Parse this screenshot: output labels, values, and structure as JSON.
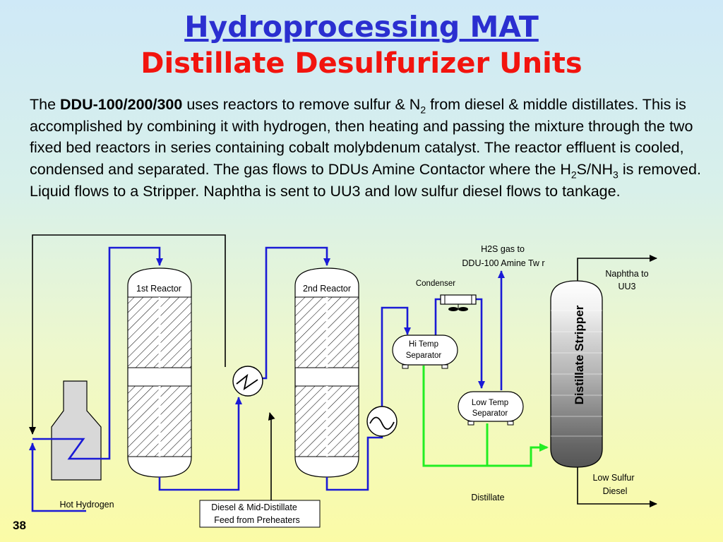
{
  "title": "Hydroprocessing MAT",
  "subtitle": "Distillate Desulfurizer Units",
  "paragraph": {
    "p1": "The ",
    "unit_ids": "DDU-100/200/300",
    "p2": " uses reactors to remove sulfur & N",
    "sub_n2": "2",
    "p3": " from diesel & middle distillates.  This is accomplished by combining it with hydrogen, then heating and passing the mixture through the two fixed bed reactors in series containing cobalt molybdenum catalyst. The reactor effluent is cooled, condensed and separated. The gas flows to DDUs Amine Contactor where the H",
    "sub_h2": "2",
    "p4": "S/NH",
    "sub_nh3": "3",
    "p5": " is removed. Liquid flows to a Stripper. Naphtha is sent to UU3 and low sulfur diesel flows to tankage."
  },
  "diagram": {
    "reactor1": "1st Reactor",
    "reactor2": "2nd Reactor",
    "h2s_line1": "H2S gas to",
    "h2s_line2": "DDU-100 Amine Tw r",
    "condenser": "Condenser",
    "hitemp_line1": "Hi Temp",
    "hitemp_line2": "Separator",
    "lowtemp_line1": "Low Temp",
    "lowtemp_line2": "Separator",
    "stripper": "Distillate Stripper",
    "naphtha_line1": "Naphtha to",
    "naphtha_line2": "UU3",
    "lowsulfur_line1": "Low Sulfur",
    "lowsulfur_line2": "Diesel",
    "distillate": "Distillate",
    "hot_hydrogen": "Hot Hydrogen",
    "feed_line1": "Diesel & Mid-Distillate",
    "feed_line2": "Feed from Preheaters"
  },
  "page_number": "38",
  "colors": {
    "title": "#2b2fd0",
    "subtitle": "#f2140e",
    "flow_blue": "#1a1ad6",
    "flow_green": "#22ee22",
    "line_black": "#000000"
  }
}
